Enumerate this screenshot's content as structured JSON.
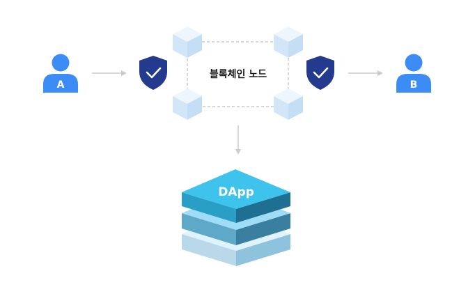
{
  "users": {
    "left": {
      "letter": "A"
    },
    "right": {
      "letter": "B"
    }
  },
  "node": {
    "label": "블록체인 노드"
  },
  "dapp": {
    "label": "DApp"
  },
  "colors": {
    "user_blue": "#3c8cf5",
    "shield_navy": "#233a8f",
    "cube_light": "#dcebfa",
    "arrow_gray": "#c8ccd2",
    "dapp_top": "#3ec3ec",
    "dapp_mid": "#9fdcf6",
    "dapp_bottom": "#dff3fd"
  }
}
